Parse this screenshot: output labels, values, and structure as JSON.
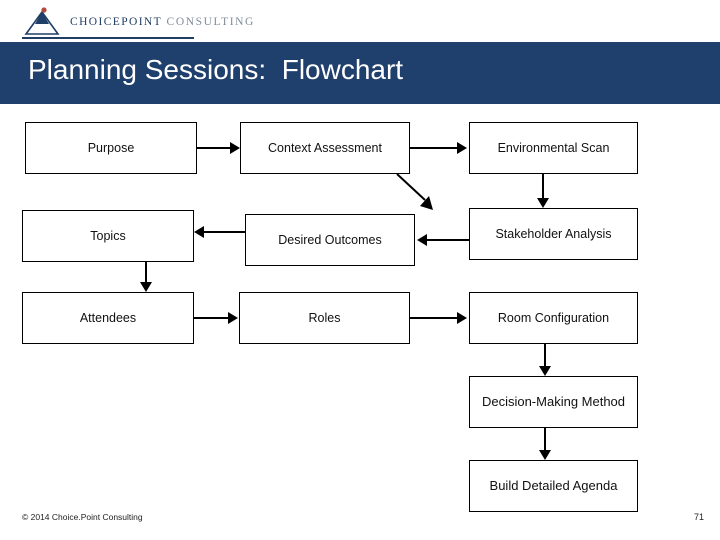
{
  "brand": {
    "logo_name": "choicepoint-logo",
    "logo_primary": "CHOICEPOINT",
    "logo_secondary": " CONSULTING",
    "accent_color": "#1f3f66"
  },
  "header": {
    "title": "Planning Sessions:  Flowchart",
    "band_color": "#1f3f6d"
  },
  "footer": {
    "copyright": "© 2014 Choice.Point Consulting",
    "page_number": "71"
  },
  "chart_data": {
    "type": "flowchart",
    "title": "Planning Sessions:  Flowchart",
    "nodes": [
      {
        "id": "purpose",
        "label": "Purpose",
        "row": 1,
        "col": 1
      },
      {
        "id": "context_assessment",
        "label": "Context Assessment",
        "row": 1,
        "col": 2
      },
      {
        "id": "environmental_scan",
        "label": "Environmental Scan",
        "row": 1,
        "col": 3
      },
      {
        "id": "topics",
        "label": "Topics",
        "row": 2,
        "col": 1
      },
      {
        "id": "desired_outcomes",
        "label": "Desired Outcomes",
        "row": 2,
        "col": 2
      },
      {
        "id": "stakeholder_analysis",
        "label": "Stakeholder Analysis",
        "row": 2,
        "col": 3
      },
      {
        "id": "attendees",
        "label": "Attendees",
        "row": 3,
        "col": 1
      },
      {
        "id": "roles",
        "label": "Roles",
        "row": 3,
        "col": 2
      },
      {
        "id": "room_configuration",
        "label": "Room Configuration",
        "row": 3,
        "col": 3
      },
      {
        "id": "decision_making_method",
        "label": "Decision-Making Method",
        "row": 4,
        "col": 3
      },
      {
        "id": "build_detailed_agenda",
        "label": "Build Detailed Agenda",
        "row": 5,
        "col": 3
      }
    ],
    "edges": [
      {
        "from": "purpose",
        "to": "context_assessment",
        "direction": "right"
      },
      {
        "from": "context_assessment",
        "to": "environmental_scan",
        "direction": "right"
      },
      {
        "from": "context_assessment",
        "to": "desired_outcomes",
        "direction": "down"
      },
      {
        "from": "environmental_scan",
        "to": "stakeholder_analysis",
        "direction": "down"
      },
      {
        "from": "stakeholder_analysis",
        "to": "desired_outcomes",
        "direction": "left"
      },
      {
        "from": "desired_outcomes",
        "to": "topics",
        "direction": "left"
      },
      {
        "from": "topics",
        "to": "attendees",
        "direction": "down"
      },
      {
        "from": "attendees",
        "to": "roles",
        "direction": "right"
      },
      {
        "from": "roles",
        "to": "room_configuration",
        "direction": "right"
      },
      {
        "from": "room_configuration",
        "to": "decision_making_method",
        "direction": "down"
      },
      {
        "from": "decision_making_method",
        "to": "build_detailed_agenda",
        "direction": "down"
      }
    ]
  }
}
